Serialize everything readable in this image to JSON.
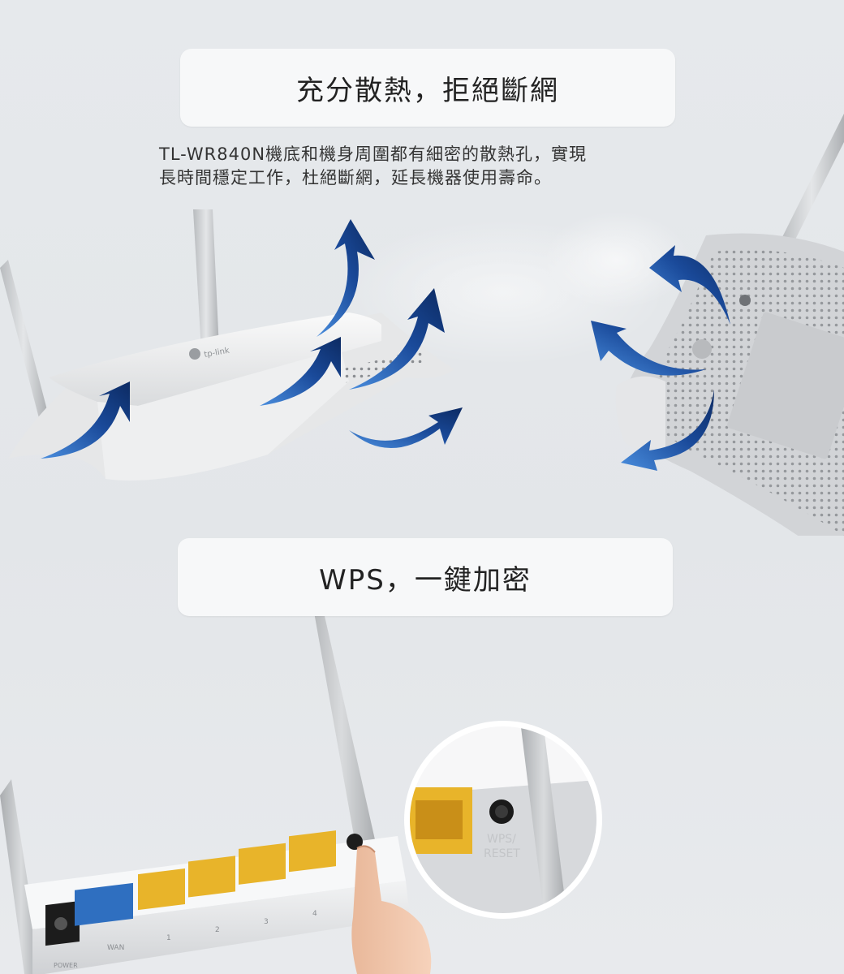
{
  "heat_section": {
    "title": "充分散熱，拒絕斷網",
    "description_line1": "TL-WR840N機底和機身周圍都有細密的散熱孔，實現",
    "description_line2": "長時間穩定工作，杜絕斷網，延長機器使用壽命。",
    "router_logo_text": "tp-link"
  },
  "wps_section": {
    "title": "WPS，一鍵加密",
    "port_labels": [
      "WAN",
      "1",
      "2",
      "3",
      "4"
    ],
    "power_label": "POWER",
    "wps_button_label_line1": "WPS/",
    "wps_button_label_line2": "RESET"
  },
  "colors": {
    "background": "#e5e8eb",
    "card": "#f7f8f9",
    "arrow_dark": "#0f2f6b",
    "arrow_light": "#3d7fd0",
    "lan_port": "#e8b42a",
    "wan_port": "#2f6fc0"
  }
}
